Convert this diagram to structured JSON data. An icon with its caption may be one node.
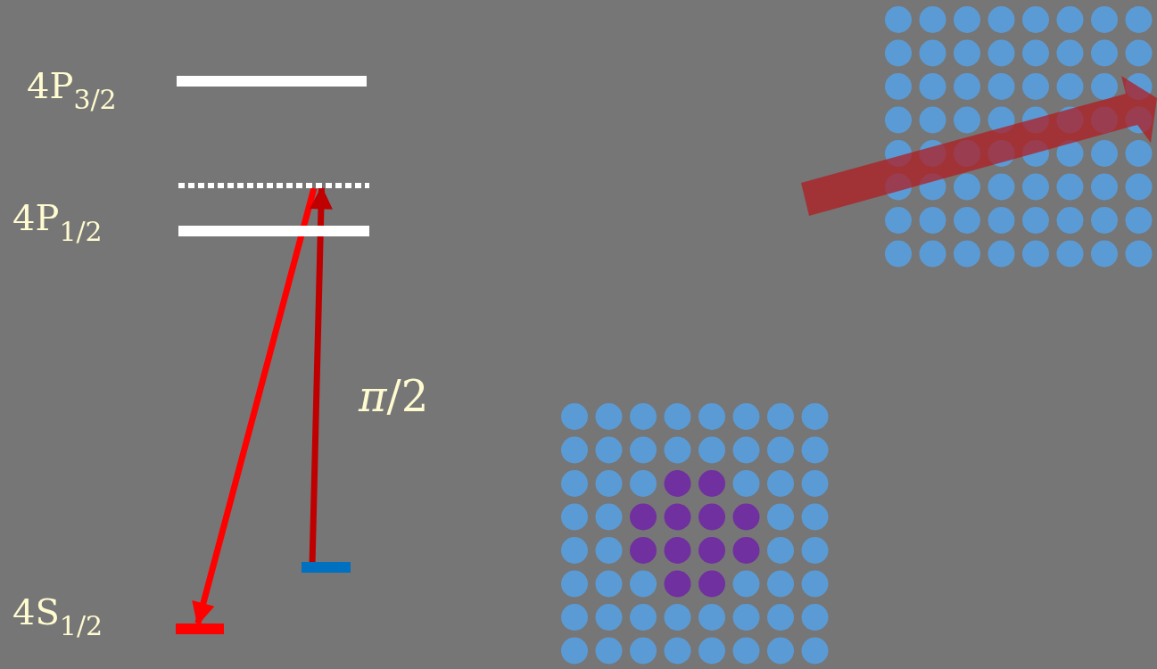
{
  "diagram": {
    "nodes": [
      {
        "text": [],
        "shape": "bar",
        "beside": [
          "4P$_{3/2}$"
        ]
      },
      {
        "text": [],
        "shape": "bar"
      },
      {
        "text": [],
        "shape": "bar",
        "beside": [
          "4P$_{1/2}$"
        ]
      },
      {
        "text": [],
        "shape": "bar",
        "beside": [
          "4S$_{1/2}$"
        ]
      },
      {
        "text": [],
        "shape": "bar"
      }
    ],
    "edges": [
      {
        "from": 1,
        "to": 3,
        "arrow": "to",
        "color": "#ff0000"
      },
      {
        "from": 4,
        "to": 1,
        "arrow": "to",
        "label": "*π*/2",
        "color": "#c00000"
      }
    ]
  }
}
